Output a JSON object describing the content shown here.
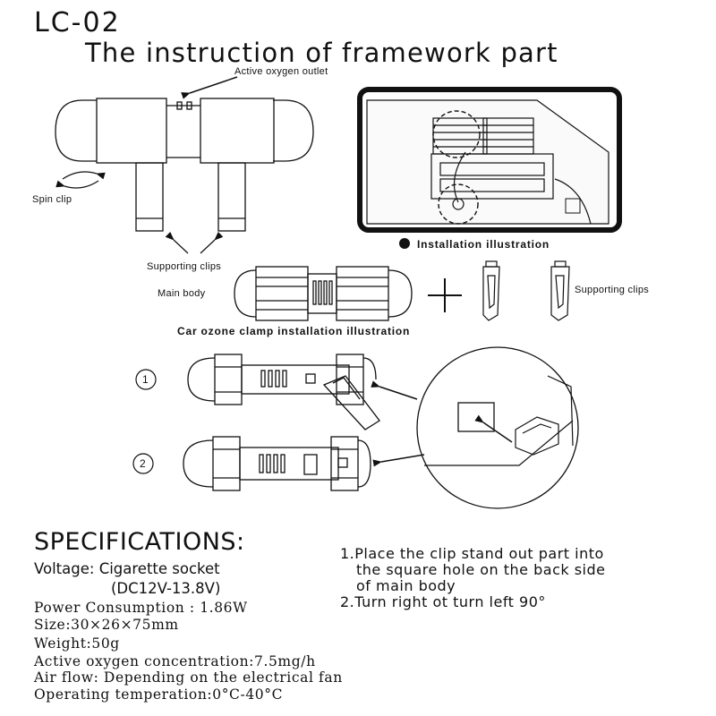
{
  "header": {
    "model": "LC-02",
    "title": "The instruction of framework part"
  },
  "labels": {
    "active_oxygen_outlet": "Active oxygen outlet",
    "spin_clip": "Spin  clip",
    "supporting_clips_top": "Supporting  clips",
    "installation_illustration": "Installation illustration",
    "main_body": "Main  body",
    "supporting_clips_right": "Supporting  clips",
    "clamp_caption": "Car ozone clamp installation illustration",
    "step_1_marker": "1",
    "step_2_marker": "2"
  },
  "specifications": {
    "heading": "SPECIFICATIONS:",
    "voltage_line1": "Voltage: Cigarette socket",
    "voltage_line2": "(DC12V-13.8V)",
    "power": "Power Consumption : 1.86W",
    "size": "Size:30×26×75mm",
    "weight": "Weight:50g",
    "concentration": "Active oxygen concentration:7.5mg/h",
    "air_flow": "Air flow: Depending on the electrical fan",
    "temperature": "Operating temperation:0°C-40°C"
  },
  "instructions": {
    "step1_line1": "1.Place the clip stand out part into",
    "step1_line2": "the square hole on the back side",
    "step1_line3": "of main body",
    "step2_line1": "2.Turn right ot turn left 90°"
  }
}
